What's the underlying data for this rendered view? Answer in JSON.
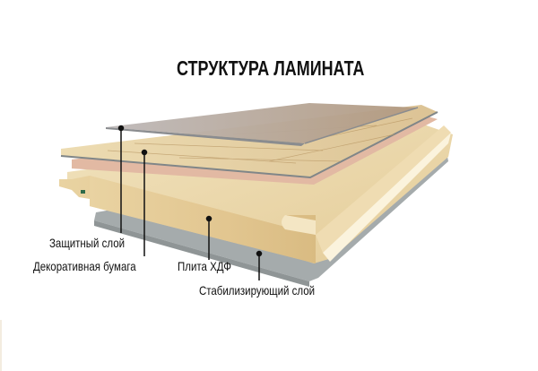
{
  "title": "СТРУКТУРА ЛАМИНАТА",
  "layers": [
    {
      "id": "protective",
      "label": "Защитный слой",
      "color": "#b9b6b8"
    },
    {
      "id": "decor",
      "label": "Декоративная бумага",
      "color": "#e3cfa4"
    },
    {
      "id": "hdf",
      "label": "Плита ХДФ",
      "color": "#e6cc98"
    },
    {
      "id": "stabilizing",
      "label": "Стабилизирующий слой",
      "color": "#9ea5a6"
    }
  ],
  "labels": {
    "protective": "Защитный слой",
    "decor": "Декоративная бумага",
    "hdf": "Плита ХДФ",
    "stabilizing": "Стабилизирующий слой"
  }
}
